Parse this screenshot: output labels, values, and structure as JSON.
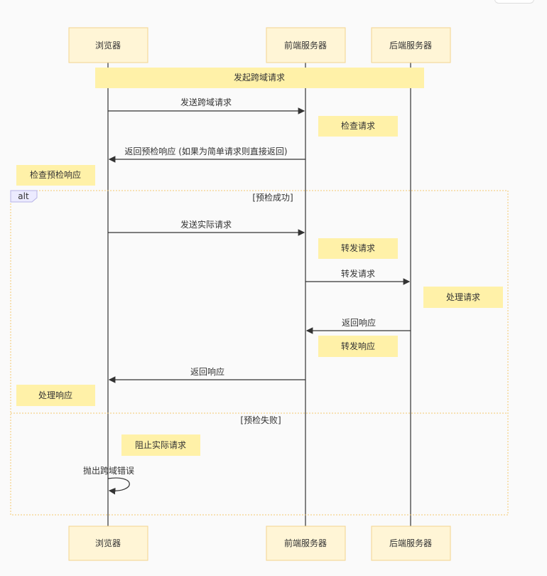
{
  "actors": [
    {
      "id": "browser",
      "label": "浏览器"
    },
    {
      "id": "frontend",
      "label": "前端服务器"
    },
    {
      "id": "backend",
      "label": "后端服务器"
    }
  ],
  "notes": [
    {
      "text": "发起跨域请求"
    },
    {
      "text": "检查请求"
    },
    {
      "text": "检查预检响应"
    },
    {
      "text": "转发请求"
    },
    {
      "text": "处理请求"
    },
    {
      "text": "转发响应"
    },
    {
      "text": "处理响应"
    },
    {
      "text": "阻止实际请求"
    }
  ],
  "messages": [
    {
      "text": "发送跨域请求",
      "from": "browser",
      "to": "frontend"
    },
    {
      "text": "返回预检响应 (如果为简单请求则直接返回)",
      "from": "frontend",
      "to": "browser"
    },
    {
      "text": "发送实际请求",
      "from": "browser",
      "to": "frontend"
    },
    {
      "text": "转发请求",
      "from": "frontend",
      "to": "backend"
    },
    {
      "text": "返回响应",
      "from": "backend",
      "to": "frontend"
    },
    {
      "text": "返回响应",
      "from": "frontend",
      "to": "browser"
    },
    {
      "text": "抛出跨域错误",
      "from": "browser",
      "to": "browser"
    }
  ],
  "alt": {
    "keyword": "alt",
    "condition_success": "[预检成功]",
    "condition_failure": "[预检失败]"
  },
  "colors": {
    "actor_fill": "#fff5d6",
    "actor_border": "#f3d48f",
    "note_fill": "#fff1a8",
    "line": "#333333",
    "alt_border": "#f4c86f",
    "alt_label_fill": "#ecebff"
  }
}
